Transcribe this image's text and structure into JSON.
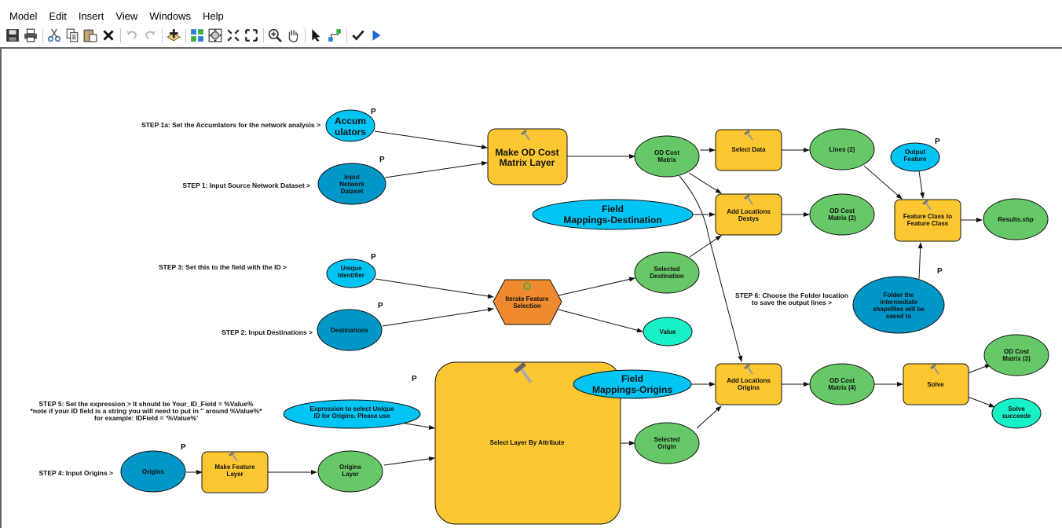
{
  "menu": {
    "items": [
      "Model",
      "Edit",
      "Insert",
      "View",
      "Windows",
      "Help"
    ]
  },
  "toolbar": {
    "buttons": [
      {
        "icon": "save-icon"
      },
      {
        "icon": "print-icon"
      },
      {
        "icon": "cut-icon"
      },
      {
        "icon": "copy-icon"
      },
      {
        "icon": "paste-icon"
      },
      {
        "icon": "delete-icon"
      },
      {
        "icon": "undo-icon"
      },
      {
        "icon": "redo-icon"
      },
      {
        "icon": "add-data-icon"
      },
      {
        "icon": "auto-layout-icon"
      },
      {
        "icon": "full-extent-icon"
      },
      {
        "icon": "zoom-in-fixed-icon"
      },
      {
        "icon": "zoom-out-fixed-icon"
      },
      {
        "icon": "zoom-icon"
      },
      {
        "icon": "pan-icon"
      },
      {
        "icon": "select-icon"
      },
      {
        "icon": "connect-icon"
      },
      {
        "icon": "validate-icon"
      },
      {
        "icon": "run-icon"
      }
    ]
  },
  "colors": {
    "tool": "#FCC731",
    "iterator": "#F08A30",
    "derived_data": "#66C866",
    "variable": "#00C4F4",
    "input_data": "#0096C8",
    "boolean_value": "#18F0C8"
  },
  "step_labels": {
    "step1a": "STEP 1a:  Set the Accumlators for the network analysis >",
    "step1": "STEP 1: Input Source Network Dataset >",
    "step3": "STEP 3:  Set this to the field with the ID >",
    "step2": "STEP 2:  Input Destinations >",
    "step5_line1": "STEP 5:  Set the expression > It should be Your_ID_Field = %Value%",
    "step5_line2": "*note if your ID field is a string you will need to put in '' around %Value%*",
    "step5_line3": "for example:  IDField = '%Value%'",
    "step4": "STEP 4:  Input Origins >",
    "step6_line1": "STEP 6: Choose the Folder location",
    "step6_line2": "to save the output lines >"
  },
  "parameter_marker": "P",
  "nodes": {
    "accumulators": {
      "line1": "Accum",
      "line2": "ulators"
    },
    "input_network": {
      "line1": "Input",
      "line2": "Network",
      "line3": "Dataset"
    },
    "make_od": {
      "line1": "Make OD Cost",
      "line2": "Matrix Layer"
    },
    "od_cost_matrix": {
      "line1": "OD Cost",
      "line2": "Matrix"
    },
    "select_data": {
      "line1": "Select Data"
    },
    "lines2": {
      "line1": "Lines (2)"
    },
    "output_feature": {
      "line1": "Output",
      "line2": "Feature"
    },
    "field_map_dest": {
      "line1": "Field",
      "line2": "Mappings-Destination"
    },
    "add_loc_dest": {
      "line1": "Add Locations",
      "line2": "Destys"
    },
    "od_cost_matrix2": {
      "line1": "OD Cost",
      "line2": "Matrix (2)"
    },
    "fc_to_fc": {
      "line1": "Feature Class to",
      "line2": "Feature Class"
    },
    "results": {
      "line1": "Results.shp"
    },
    "unique_id": {
      "line1": "Unique",
      "line2": "Identifier"
    },
    "destinations": {
      "line1": "Destinations"
    },
    "iterate": {
      "line1": "Iterate Feature",
      "line2": "Selection"
    },
    "selected_dest": {
      "line1": "Selected",
      "line2": "Destination"
    },
    "value": {
      "line1": "Value"
    },
    "folder": {
      "line1": "Folder the",
      "line2": "intermediate",
      "line3": "shapefiles will be",
      "line4": "saved to"
    },
    "expression": {
      "line1": "Expression to select Unique",
      "line2": "ID for Origins.  Please use"
    },
    "select_by_attr": {
      "line1": "Select Layer By Attribute"
    },
    "field_map_orig": {
      "line1": "Field",
      "line2": "Mappings-Origins"
    },
    "add_loc_orig": {
      "line1": "Add Locations",
      "line2": "Origins"
    },
    "od_cost_matrix4": {
      "line1": "OD Cost",
      "line2": "Matrix (4)"
    },
    "solve": {
      "line1": "Solve"
    },
    "od_cost_matrix3": {
      "line1": "OD Cost",
      "line2": "Matrix (3)"
    },
    "solve_succeeded": {
      "line1": "Solve",
      "line2": "succeede"
    },
    "selected_origin": {
      "line1": "Selected",
      "line2": "Origin"
    },
    "origins": {
      "line1": "Origins"
    },
    "make_feature_layer": {
      "line1": "Make Feature",
      "line2": "Layer"
    },
    "origins_layer": {
      "line1": "Origins",
      "line2": "Layer"
    }
  }
}
